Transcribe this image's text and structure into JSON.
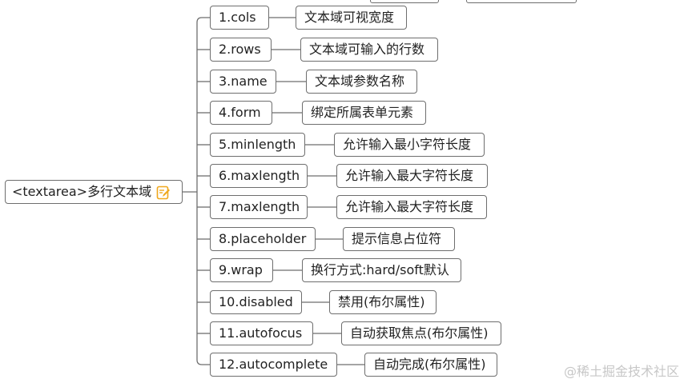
{
  "root": {
    "label": "<textarea>多行文本域",
    "icon": "note-edit-icon",
    "icon_color": "#f0a81c"
  },
  "items": [
    {
      "name": "1.cols",
      "desc": "文本域可视宽度"
    },
    {
      "name": "2.rows",
      "desc": "文本域可输入的行数"
    },
    {
      "name": "3.name",
      "desc": "文本域参数名称"
    },
    {
      "name": "4.form",
      "desc": "绑定所属表单元素"
    },
    {
      "name": "5.minlength",
      "desc": "允许输入最小字符长度"
    },
    {
      "name": "6.maxlength",
      "desc": "允许输入最大字符长度"
    },
    {
      "name": "7.maxlength",
      "desc": "允许输入最大字符长度"
    },
    {
      "name": "8.placeholder",
      "desc": "提示信息占位符"
    },
    {
      "name": "9.wrap",
      "desc": "换行方式:hard/soft默认"
    },
    {
      "name": "10.disabled",
      "desc": "禁用(布尔属性)"
    },
    {
      "name": "11.autofocus",
      "desc": "自动获取焦点(布尔属性)"
    },
    {
      "name": "12.autocomplete",
      "desc": "自动完成(布尔属性)"
    }
  ],
  "watermark": "@稀土掘金技术社区",
  "colors": {
    "line": "#6e6e6e",
    "border": "#6e6e6e",
    "watermark": "#c7c7c7"
  }
}
